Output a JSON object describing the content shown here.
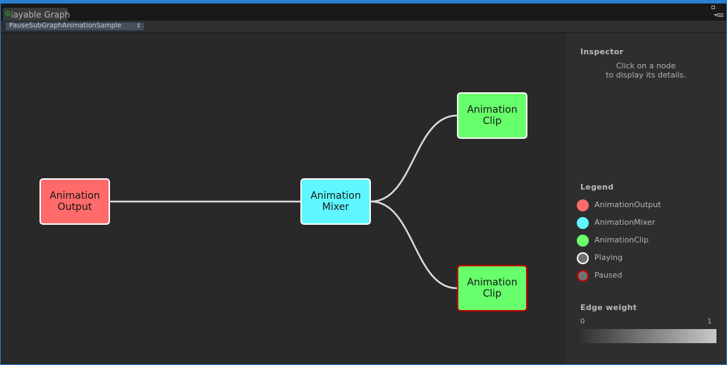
{
  "window": {
    "tab_label": "Playable Graph"
  },
  "toolbar": {
    "graph_selected": "PauseSubGraphAnimationSample",
    "arrow": "↕"
  },
  "graph": {
    "nodes": [
      {
        "id": "output",
        "label": "Animation\nOutput",
        "type": "AnimationOutput",
        "state": "Playing",
        "color": "#ff6b6b"
      },
      {
        "id": "mixer",
        "label": "Animation\nMixer",
        "type": "AnimationMixer",
        "state": "Playing",
        "color": "#5ff7ff"
      },
      {
        "id": "clip1",
        "label": "Animation\nClip",
        "type": "AnimationClip",
        "state": "Playing",
        "color": "#67ff6b"
      },
      {
        "id": "clip2",
        "label": "Animation\nClip",
        "type": "AnimationClip",
        "state": "Paused",
        "color": "#67ff6b"
      }
    ],
    "edges": [
      {
        "from": "output",
        "to": "mixer"
      },
      {
        "from": "mixer",
        "to": "clip1"
      },
      {
        "from": "mixer",
        "to": "clip2"
      }
    ]
  },
  "inspector": {
    "title": "Inspector",
    "hint": "Click on a node\nto display its details."
  },
  "legend": {
    "title": "Legend",
    "items": [
      {
        "label": "AnimationOutput",
        "fill": "#ff6b6b",
        "border": "#ff6b6b"
      },
      {
        "label": "AnimationMixer",
        "fill": "#5ff7ff",
        "border": "#5ff7ff"
      },
      {
        "label": "AnimationClip",
        "fill": "#67ff6b",
        "border": "#67ff6b"
      },
      {
        "label": "Playing",
        "fill": "#727272",
        "border": "#ffffff"
      },
      {
        "label": "Paused",
        "fill": "#727272",
        "border": "#c40000"
      }
    ]
  },
  "edge_weight": {
    "title": "Edge weight",
    "min_label": "0",
    "max_label": "1"
  }
}
